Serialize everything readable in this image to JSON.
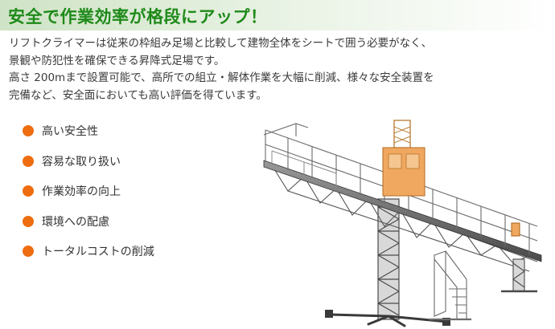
{
  "headline": "安全で作業効率が格段にアップ！",
  "description": [
    "リフトクライマーは従来の枠組み足場と比較して建物全体をシートで囲う必要がなく、",
    "景観や防犯性を確保できる昇降式足場です。",
    "高さ 200mまで設置可能で、高所での組立・解体作業を大幅に削減、様々な安全装置を",
    "完備など、安全面においても高い評価を得ています。"
  ],
  "features": [
    "高い安全性",
    "容易な取り扱い",
    "作業効率の向上",
    "環境への配慮",
    "トータルコストの削減"
  ],
  "colors": {
    "headline": "#1f8a1a",
    "bullet": "#ee6d10",
    "cabin": "#f0a860",
    "steel": "#555555"
  }
}
